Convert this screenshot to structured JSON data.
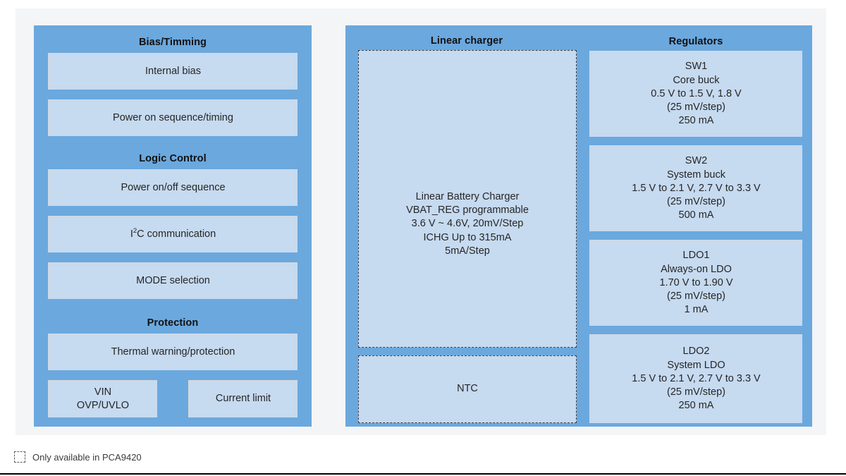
{
  "legend": {
    "swatch_style": "dashed-box",
    "label": "Only available in PCA9420"
  },
  "colors": {
    "panel": "#6ba8de",
    "block": "#c6daf0",
    "canvas": "#f4f5f7",
    "dash": "#3c424c",
    "text": "#262626"
  },
  "sections": {
    "bias_timing": {
      "title": "Bias/Timming",
      "blocks": [
        {
          "lines": [
            "Internal bias"
          ]
        },
        {
          "lines": [
            "Power on sequence/timing"
          ]
        }
      ]
    },
    "logic_control": {
      "title": "Logic Control",
      "blocks": [
        {
          "lines": [
            "Power on/off sequence"
          ]
        },
        {
          "lines": [
            "I2C communication"
          ],
          "html": "I<sup>2</sup>C communication"
        },
        {
          "lines": [
            "MODE selection"
          ]
        }
      ]
    },
    "protection": {
      "title": "Protection",
      "blocks": [
        {
          "lines": [
            "Thermal warning/protection"
          ]
        },
        {
          "lines": [
            "VIN",
            "OVP/UVLO"
          ]
        },
        {
          "lines": [
            "Current limit"
          ]
        }
      ]
    },
    "linear_charger": {
      "title": "Linear charger",
      "blocks": [
        {
          "dashed": true,
          "lines": [
            "Linear Battery Charger",
            "VBAT_REG programmable",
            "3.6 V ~ 4.6V, 20mV/Step",
            "ICHG Up to 315mA",
            "5mA/Step"
          ]
        },
        {
          "dashed": true,
          "lines": [
            "NTC"
          ]
        }
      ]
    },
    "regulators": {
      "title": "Regulators",
      "blocks": [
        {
          "lines": [
            "SW1",
            "Core buck",
            "0.5 V to 1.5 V, 1.8 V",
            "(25 mV/step)",
            "250 mA"
          ]
        },
        {
          "lines": [
            "SW2",
            "System buck",
            "1.5 V to 2.1 V, 2.7 V to 3.3 V",
            "(25 mV/step)",
            "500 mA"
          ]
        },
        {
          "lines": [
            "LDO1",
            "Always-on LDO",
            "1.70 V to 1.90 V",
            "(25 mV/step)",
            "1 mA"
          ]
        },
        {
          "lines": [
            "LDO2",
            "System LDO",
            "1.5 V to 2.1 V, 2.7 V to 3.3 V",
            "(25 mV/step)",
            "250 mA"
          ]
        }
      ]
    }
  }
}
